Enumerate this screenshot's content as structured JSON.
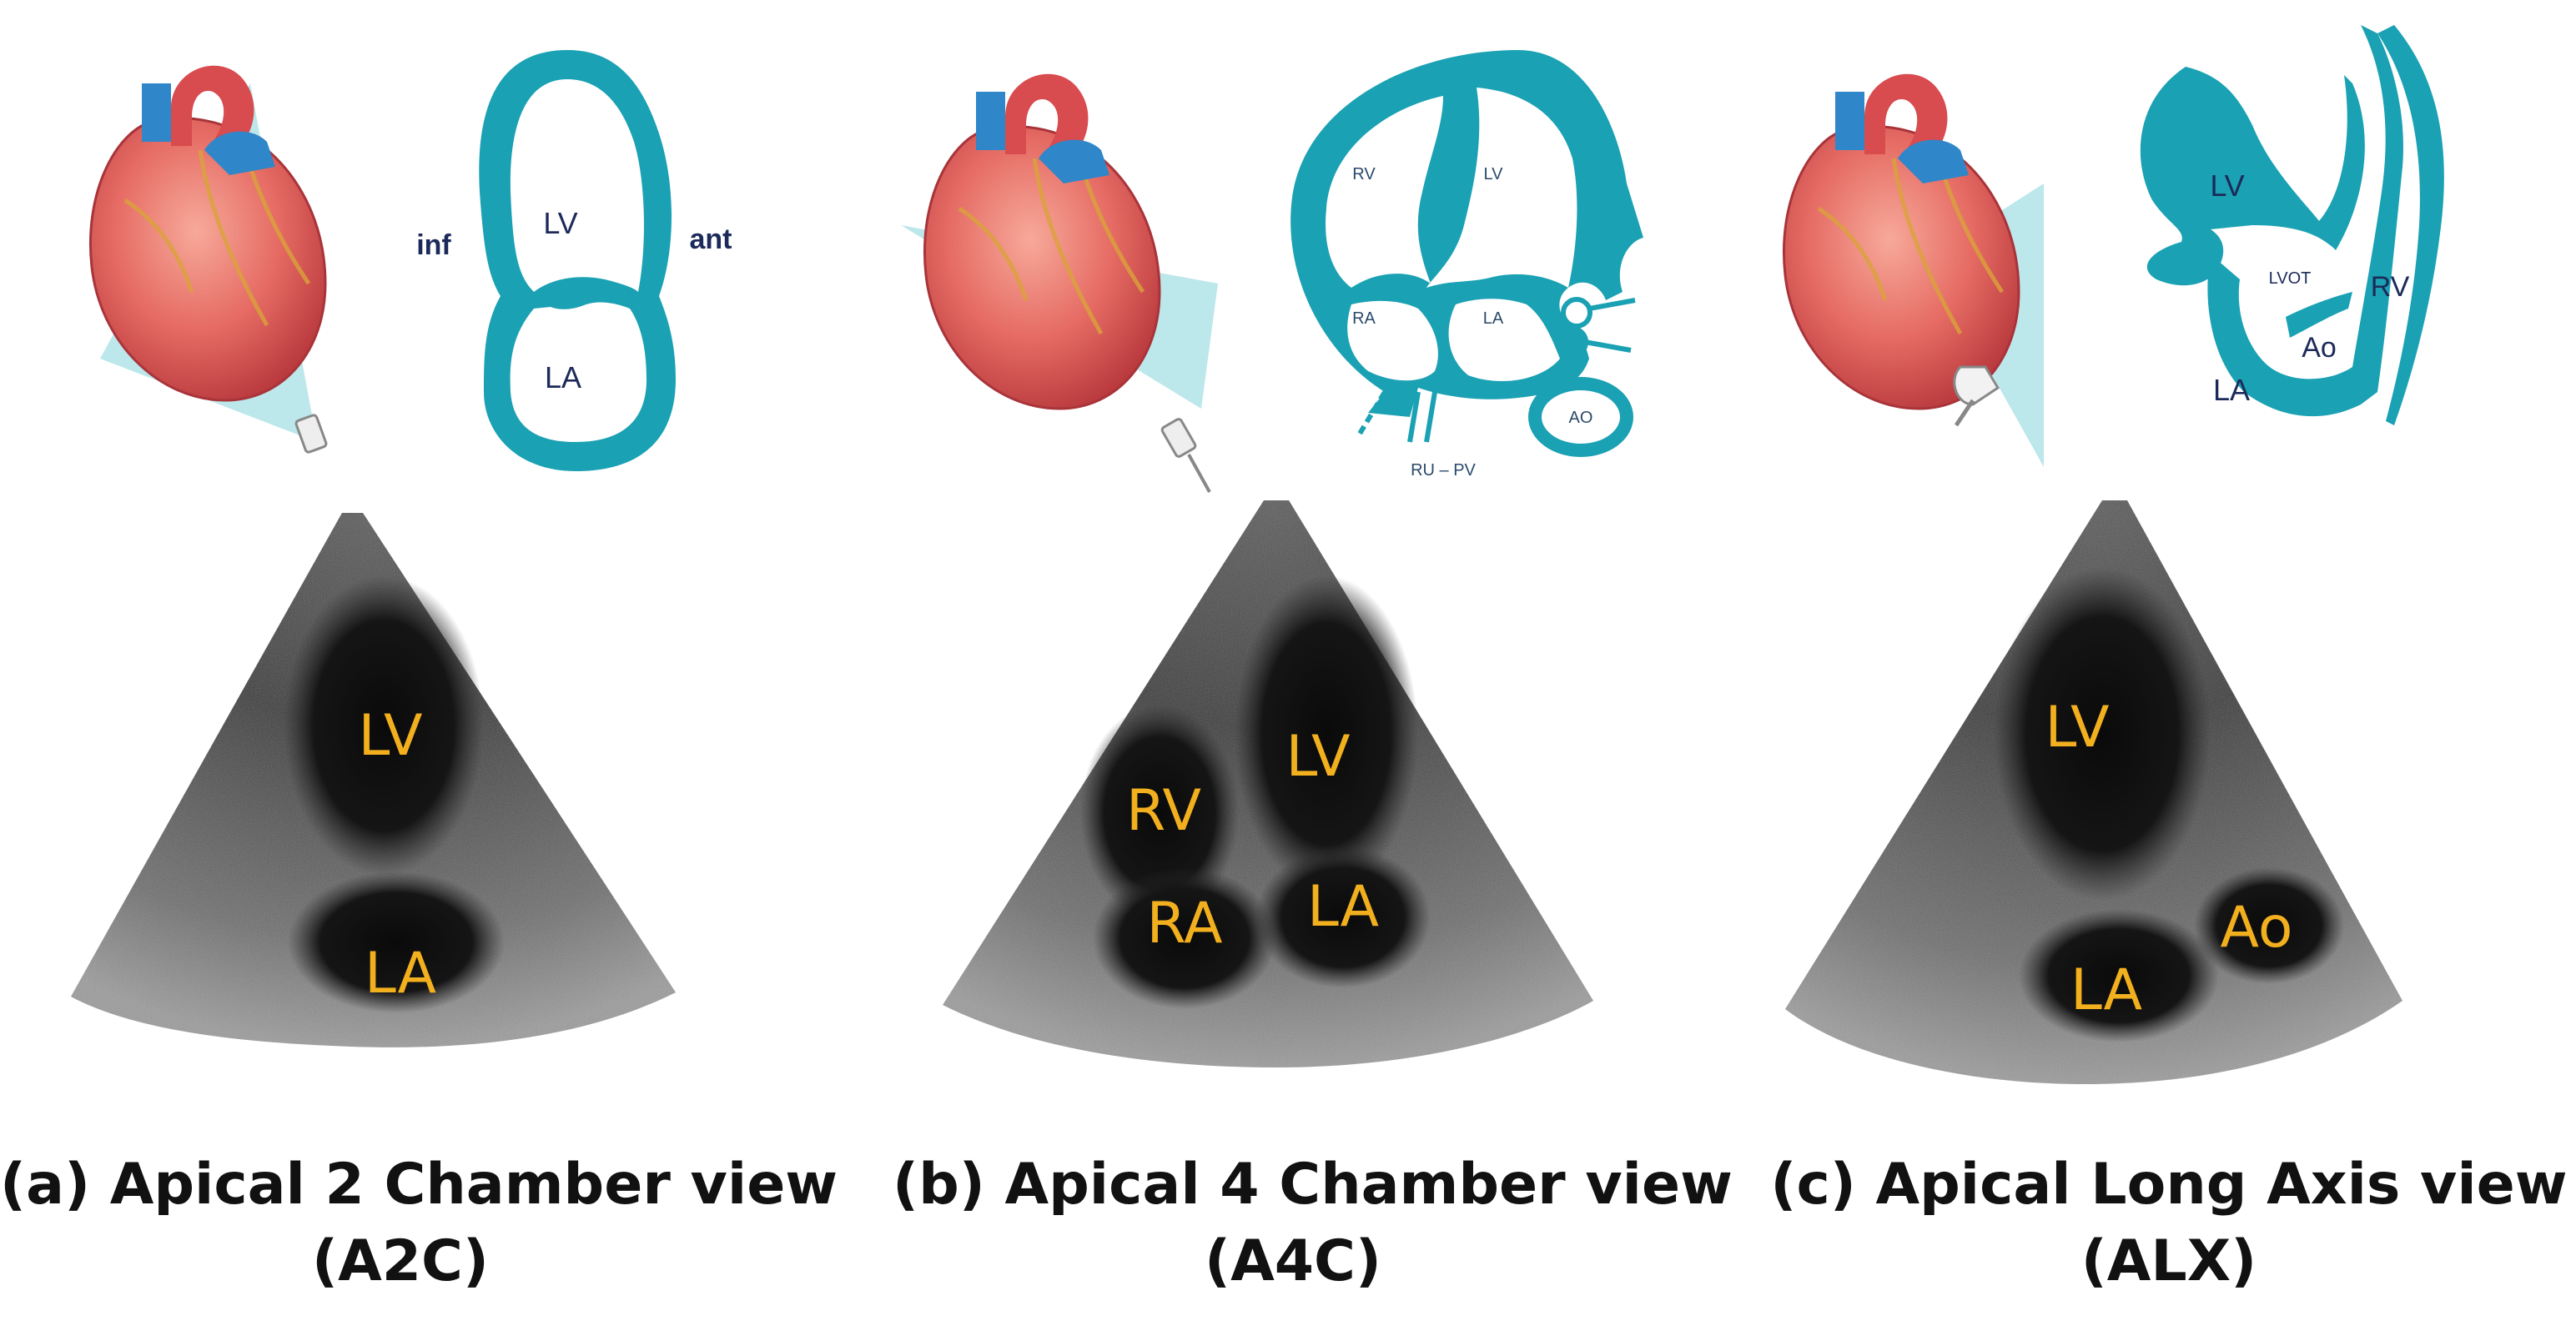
{
  "colors": {
    "teal": "#1aa1b3",
    "teal_light": "#9fdde3",
    "echo_label": "#f2b01e",
    "heart_red": "#e0555a",
    "aorta_blue": "#2f86c9"
  },
  "panels": [
    {
      "id": "a",
      "icon": "heart-with-probe-icon",
      "schematic_labels": {
        "lv": "LV",
        "la": "LA",
        "left": "inf",
        "right": "ant"
      },
      "echo_labels": {
        "lv": "LV",
        "la": "LA"
      },
      "caption_line1": "(a) Apical 2 Chamber view",
      "caption_line2": "(A2C)"
    },
    {
      "id": "b",
      "icon": "heart-with-probe-icon",
      "schematic_labels": {
        "rv": "RV",
        "lv": "LV",
        "ra": "RA",
        "la": "LA",
        "ao": "AO",
        "pv": "RU – PV"
      },
      "echo_labels": {
        "rv": "RV",
        "lv": "LV",
        "ra": "RA",
        "la": "LA"
      },
      "caption_line1": "(b) Apical 4 Chamber view",
      "caption_line2": "(A4C)"
    },
    {
      "id": "c",
      "icon": "heart-with-probe-icon",
      "schematic_labels": {
        "lv": "LV",
        "lvot": "LVOT",
        "rv": "RV",
        "ao": "Ao",
        "la": "LA"
      },
      "echo_labels": {
        "lv": "LV",
        "ao": "Ao",
        "la": "LA"
      },
      "caption_line1": "(c) Apical Long Axis view",
      "caption_line2": "(ALX)"
    }
  ]
}
